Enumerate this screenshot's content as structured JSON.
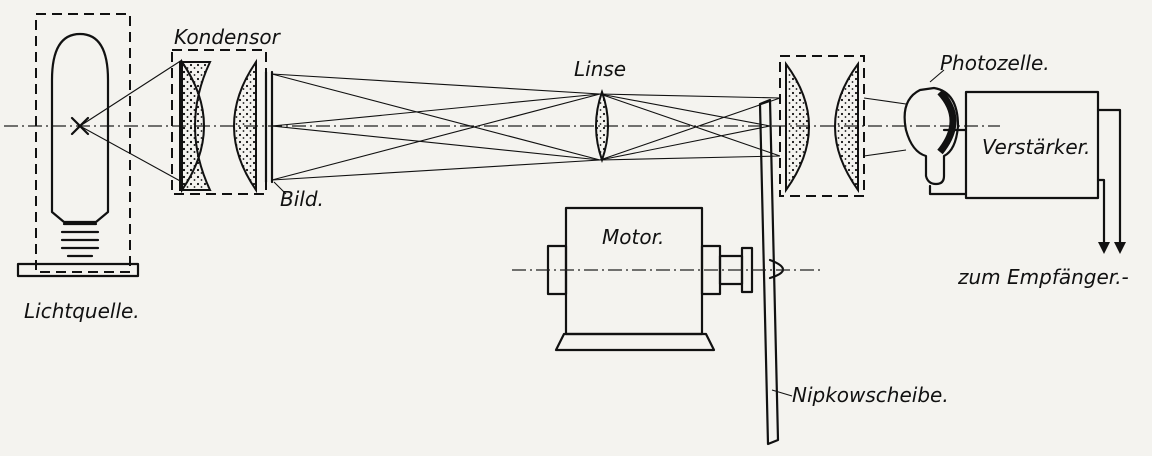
{
  "labels": {
    "light_source": "Lichtquelle.",
    "condenser": "Kondensor",
    "image": "Bild.",
    "lens": "Linse",
    "motor": "Motor.",
    "nipkow_disc": "Nipkowscheibe.",
    "photocell": "Photozelle.",
    "amplifier": "Verstärker.",
    "to_receiver": "zum Empfänger.-"
  },
  "colors": {
    "ink": "#111111",
    "paper": "#f4f3ef"
  }
}
